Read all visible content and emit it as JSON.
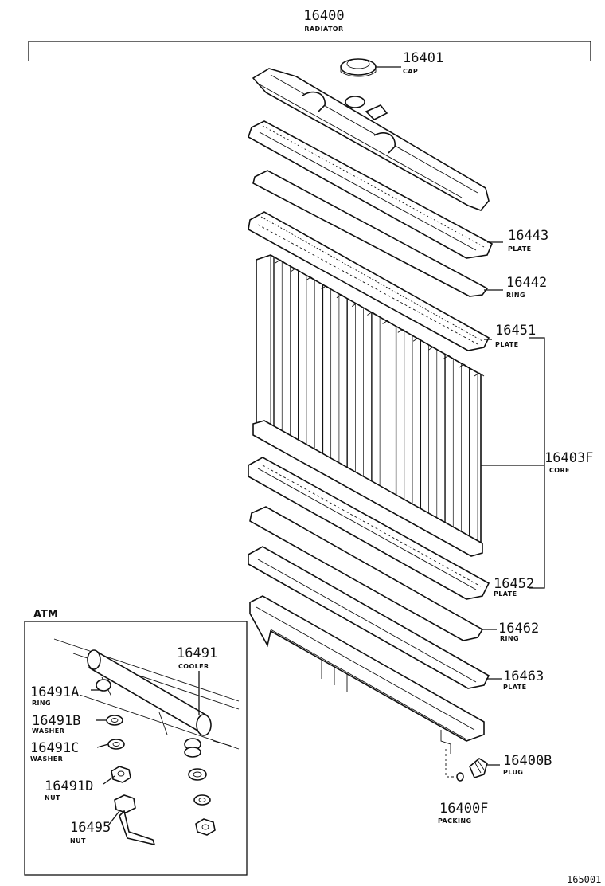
{
  "title": {
    "number": "16400",
    "name": "RADIATOR"
  },
  "parts": [
    {
      "id": "cap",
      "number": "16401",
      "name": "CAP"
    },
    {
      "id": "plate-upper",
      "number": "16443",
      "name": "PLATE"
    },
    {
      "id": "ring-upper",
      "number": "16442",
      "name": "RING"
    },
    {
      "id": "plate-core-upper",
      "number": "16451",
      "name": "PLATE"
    },
    {
      "id": "core",
      "number": "16403F",
      "name": "CORE"
    },
    {
      "id": "plate-core-lower",
      "number": "16452",
      "name": "PLATE"
    },
    {
      "id": "ring-lower",
      "number": "16462",
      "name": "RING"
    },
    {
      "id": "plate-lower",
      "number": "16463",
      "name": "PLATE"
    },
    {
      "id": "plug",
      "number": "16400B",
      "name": "PLUG"
    },
    {
      "id": "packing",
      "number": "16400F",
      "name": "PACKING"
    }
  ],
  "atm": {
    "heading": "ATM",
    "parts": [
      {
        "id": "cooler",
        "number": "16491",
        "name": "COOLER"
      },
      {
        "id": "ring",
        "number": "16491A",
        "name": "RING"
      },
      {
        "id": "washer-b",
        "number": "16491B",
        "name": "WASHER"
      },
      {
        "id": "washer-c",
        "number": "16491C",
        "name": "WASHER"
      },
      {
        "id": "nut-d",
        "number": "16491D",
        "name": "NUT"
      },
      {
        "id": "nut",
        "number": "16495",
        "name": "NUT"
      }
    ]
  },
  "figure_code": "165001"
}
